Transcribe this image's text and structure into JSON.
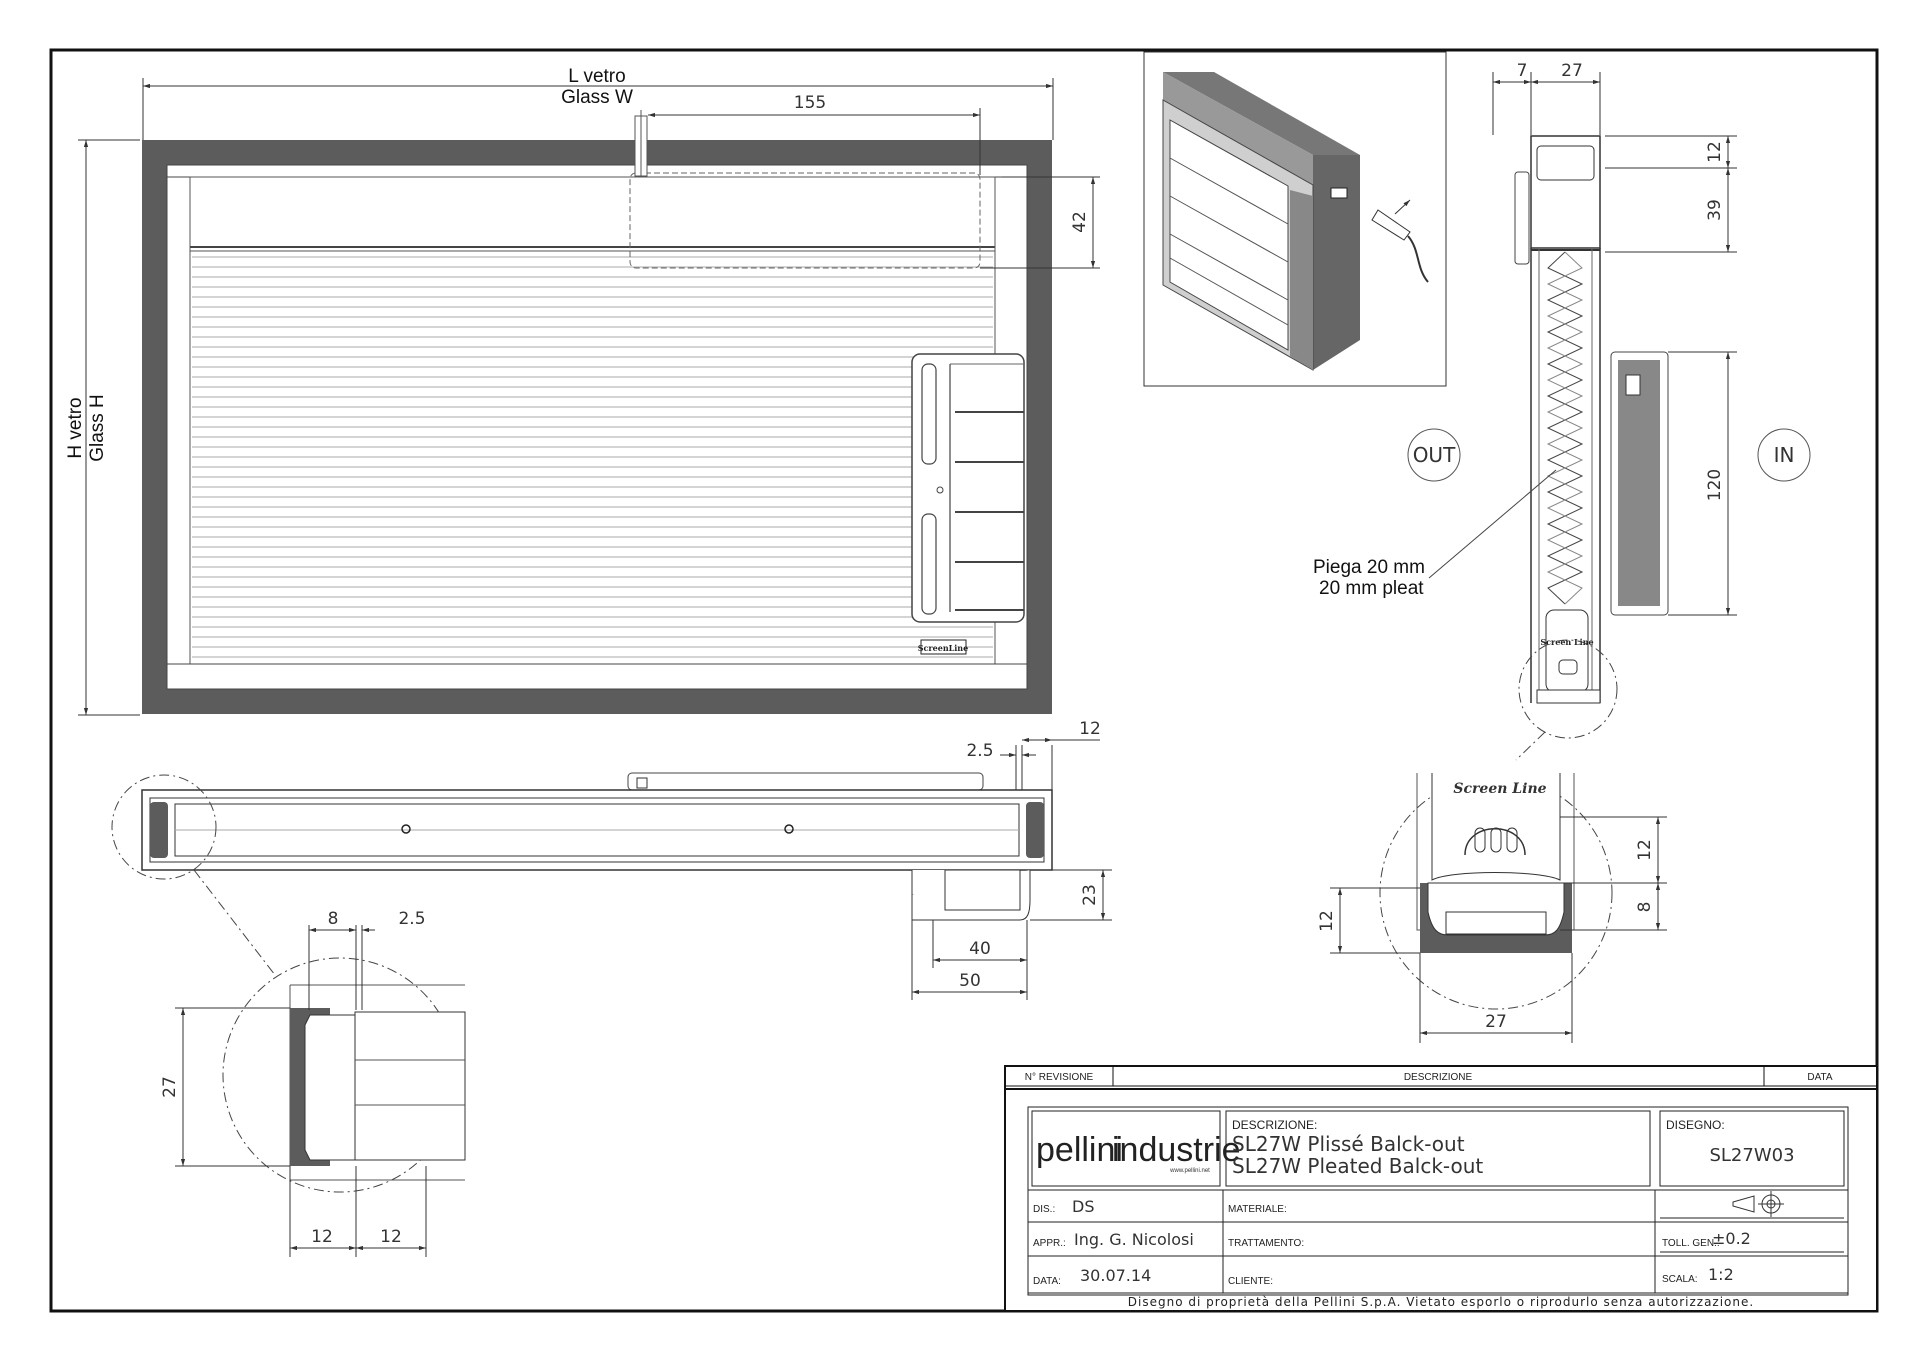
{
  "labels": {
    "l_vetro": "L vetro",
    "glass_w": "Glass W",
    "h_vetro": "H vetro",
    "glass_h": "Glass H",
    "out": "OUT",
    "in": "IN",
    "piega": "Piega 20 mm",
    "pleat": "20 mm pleat",
    "brand_small": "ScreenLine",
    "brand_side": "Screen Line",
    "brand_detail": "Screen Line"
  },
  "dimensions": {
    "front_155": "155",
    "front_42": "42",
    "side_7": "7",
    "side_27_top": "27",
    "side_12_top": "12",
    "side_39": "39",
    "side_120": "120",
    "plan_2_5": "2.5",
    "plan_12": "12",
    "plan_23": "23",
    "plan_40": "40",
    "plan_50": "50",
    "det_8": "8",
    "det_2_5": "2.5",
    "det_27": "27",
    "det_12_left": "12",
    "det_12_right": "12",
    "bot_12_right": "12",
    "bot_8": "8",
    "bot_12_left": "12",
    "bot_27": "27"
  },
  "title_block": {
    "revision_header": "N° REVISIONE",
    "description_header": "DESCRIZIONE",
    "date_header": "DATA",
    "logo_part1": "pellini",
    "logo_part2": "industrie",
    "logo_url": "www.pellini.net",
    "descrizione_label": "DESCRIZIONE:",
    "desc_line1": "SL27W Plissé Balck-out",
    "desc_line2": "SL27W Pleated Balck-out",
    "disegno_label": "DISEGNO:",
    "disegno_value": "SL27W03",
    "dis_label": "DIS.:",
    "dis_value": "DS",
    "appr_label": "APPR.:",
    "appr_value": "Ing. G. Nicolosi",
    "data_label": "DATA:",
    "data_value": "30.07.14",
    "materiale_label": "MATERIALE:",
    "trattamento_label": "TRATTAMENTO:",
    "cliente_label": "CLIENTE:",
    "toll_label": "TOLL. GEN.:",
    "toll_value": "±0.2",
    "scala_label": "SCALA:",
    "scala_value": "1:2",
    "footer": "Disegno di proprietà della Pellini S.p.A. Vietato esporlo o riprodurlo senza autorizzazione."
  }
}
